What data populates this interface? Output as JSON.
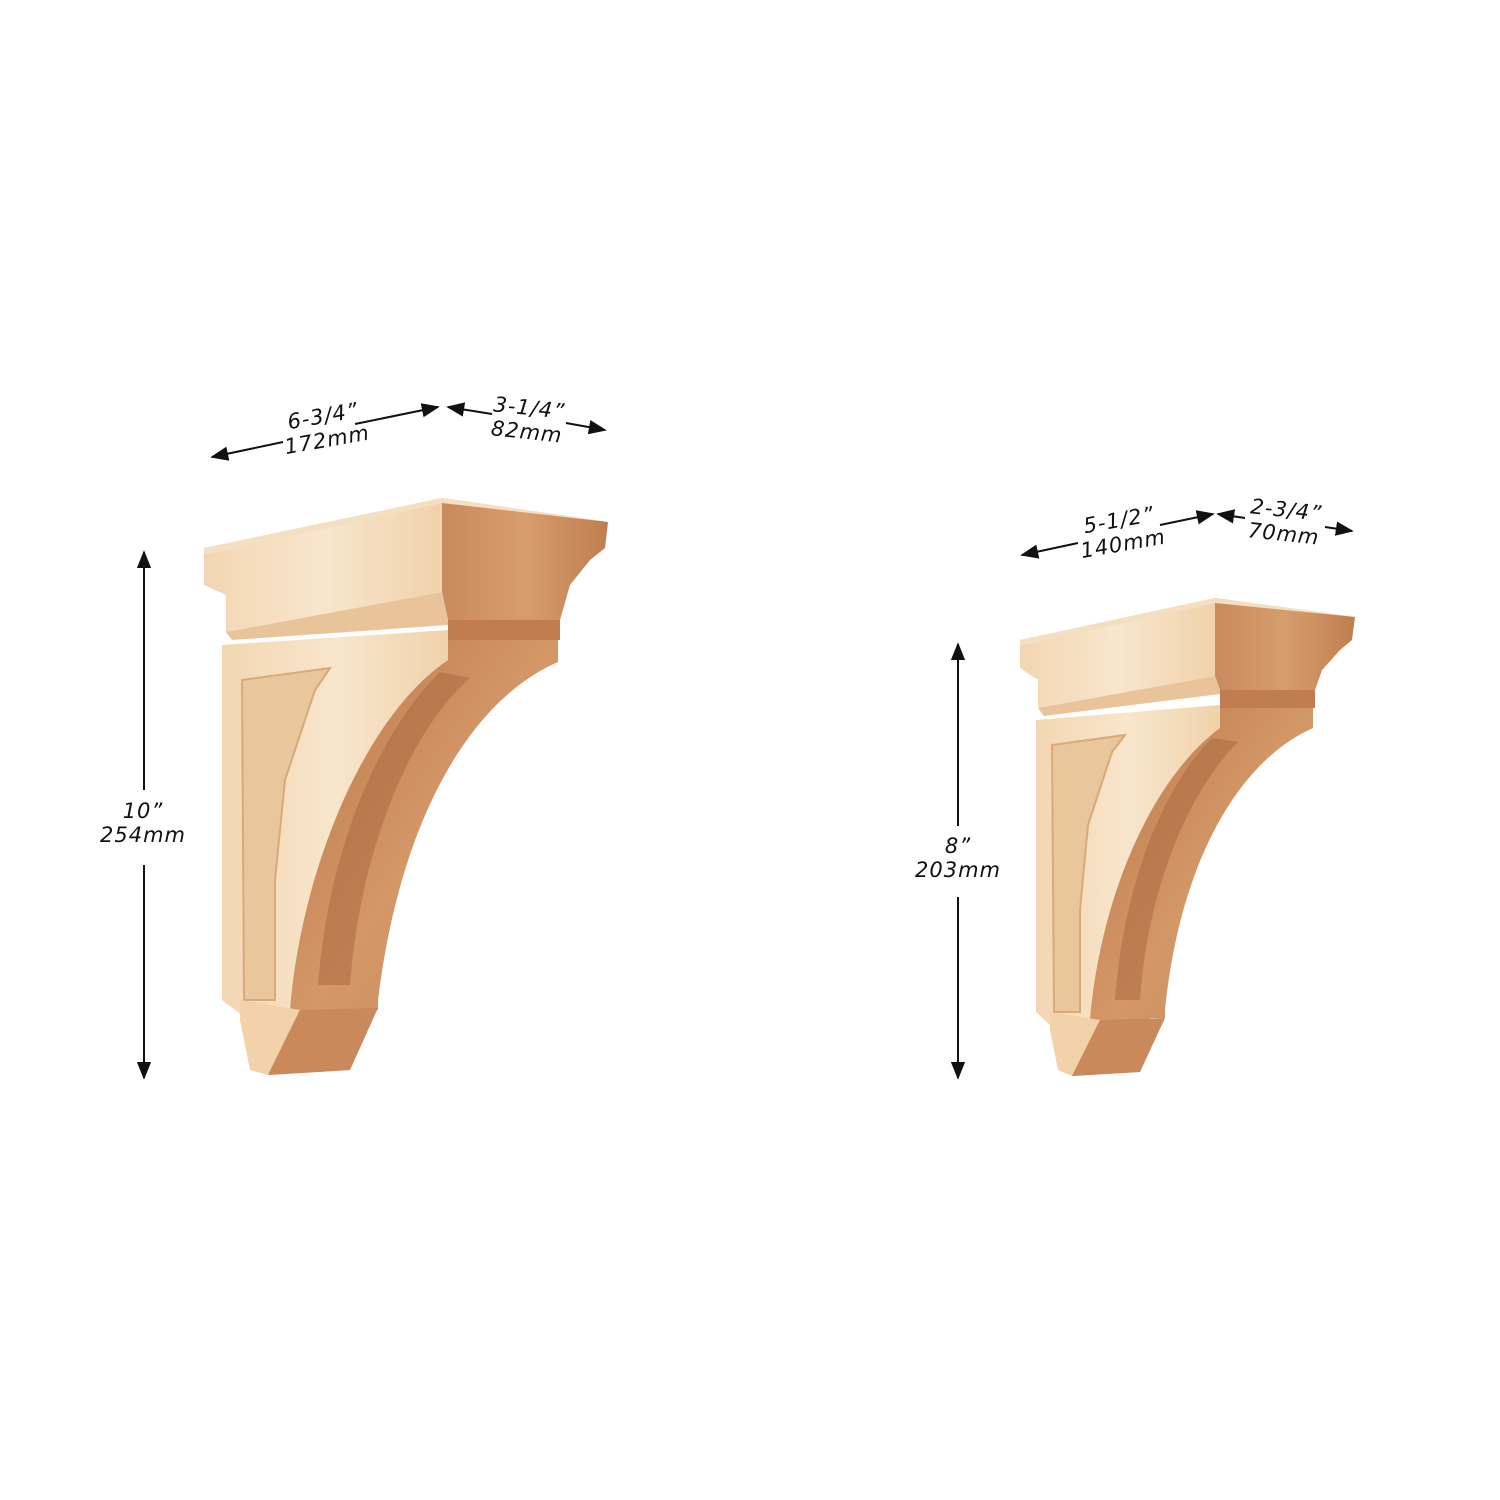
{
  "colors": {
    "background": "#ffffff",
    "wood_light": "#f1d4b0",
    "wood_light_highlight": "#f8e4c8",
    "wood_mid": "#e3b58a",
    "wood_dark": "#c98a5c",
    "wood_darker": "#b87448",
    "dimension_line": "#111111"
  },
  "products": [
    {
      "name": "large-corbel",
      "dimensions": {
        "width": {
          "imperial": "6-3/4”",
          "metric": "172mm"
        },
        "depth": {
          "imperial": "3-1/4”",
          "metric": "82mm"
        },
        "height": {
          "imperial": "10”",
          "metric": "254mm"
        }
      }
    },
    {
      "name": "small-corbel",
      "dimensions": {
        "width": {
          "imperial": "5-1/2”",
          "metric": "140mm"
        },
        "depth": {
          "imperial": "2-3/4”",
          "metric": "70mm"
        },
        "height": {
          "imperial": "8”",
          "metric": "203mm"
        }
      }
    }
  ]
}
